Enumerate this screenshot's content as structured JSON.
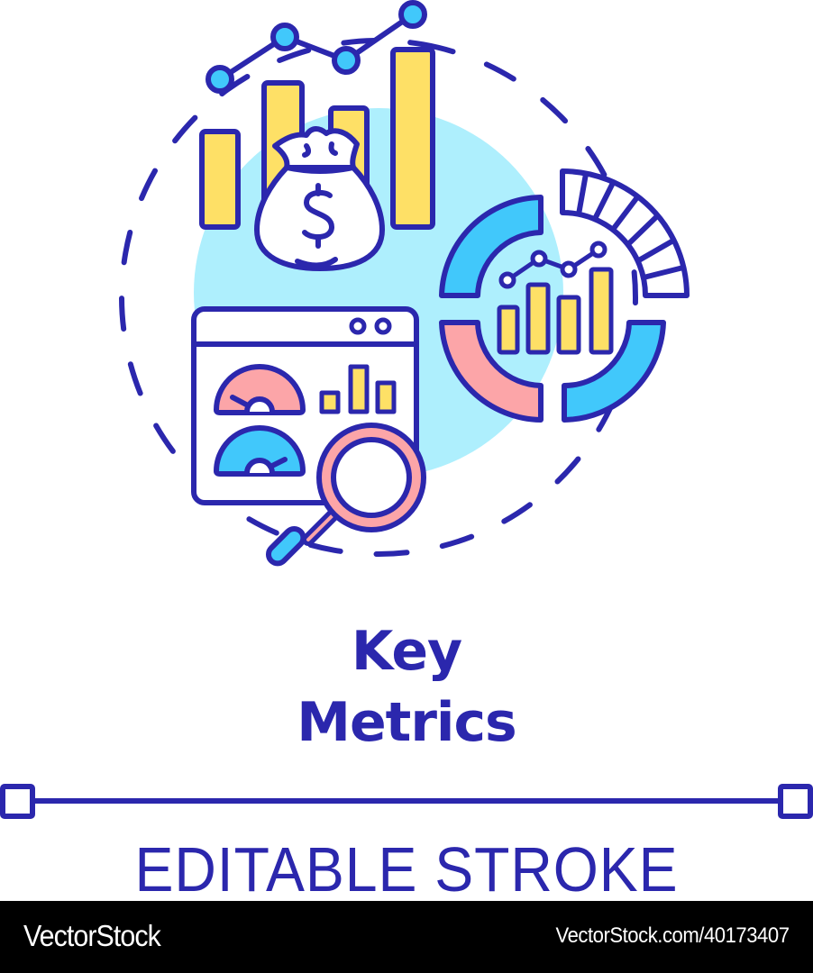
{
  "icon": {
    "name": "key-metrics-concept-icon",
    "colors": {
      "outline": "#2b27ad",
      "light_blue": "#aeeffd",
      "cyan": "#41c8fb",
      "yellow": "#fee066",
      "pink": "#fca5a8",
      "white": "#ffffff"
    }
  },
  "title": {
    "line1": "Key",
    "line2": "Metrics"
  },
  "stroke_label": "EDITABLE STROKE",
  "footer": {
    "brand": "VectorStock",
    "url": "VectorStock.com/40173407"
  }
}
